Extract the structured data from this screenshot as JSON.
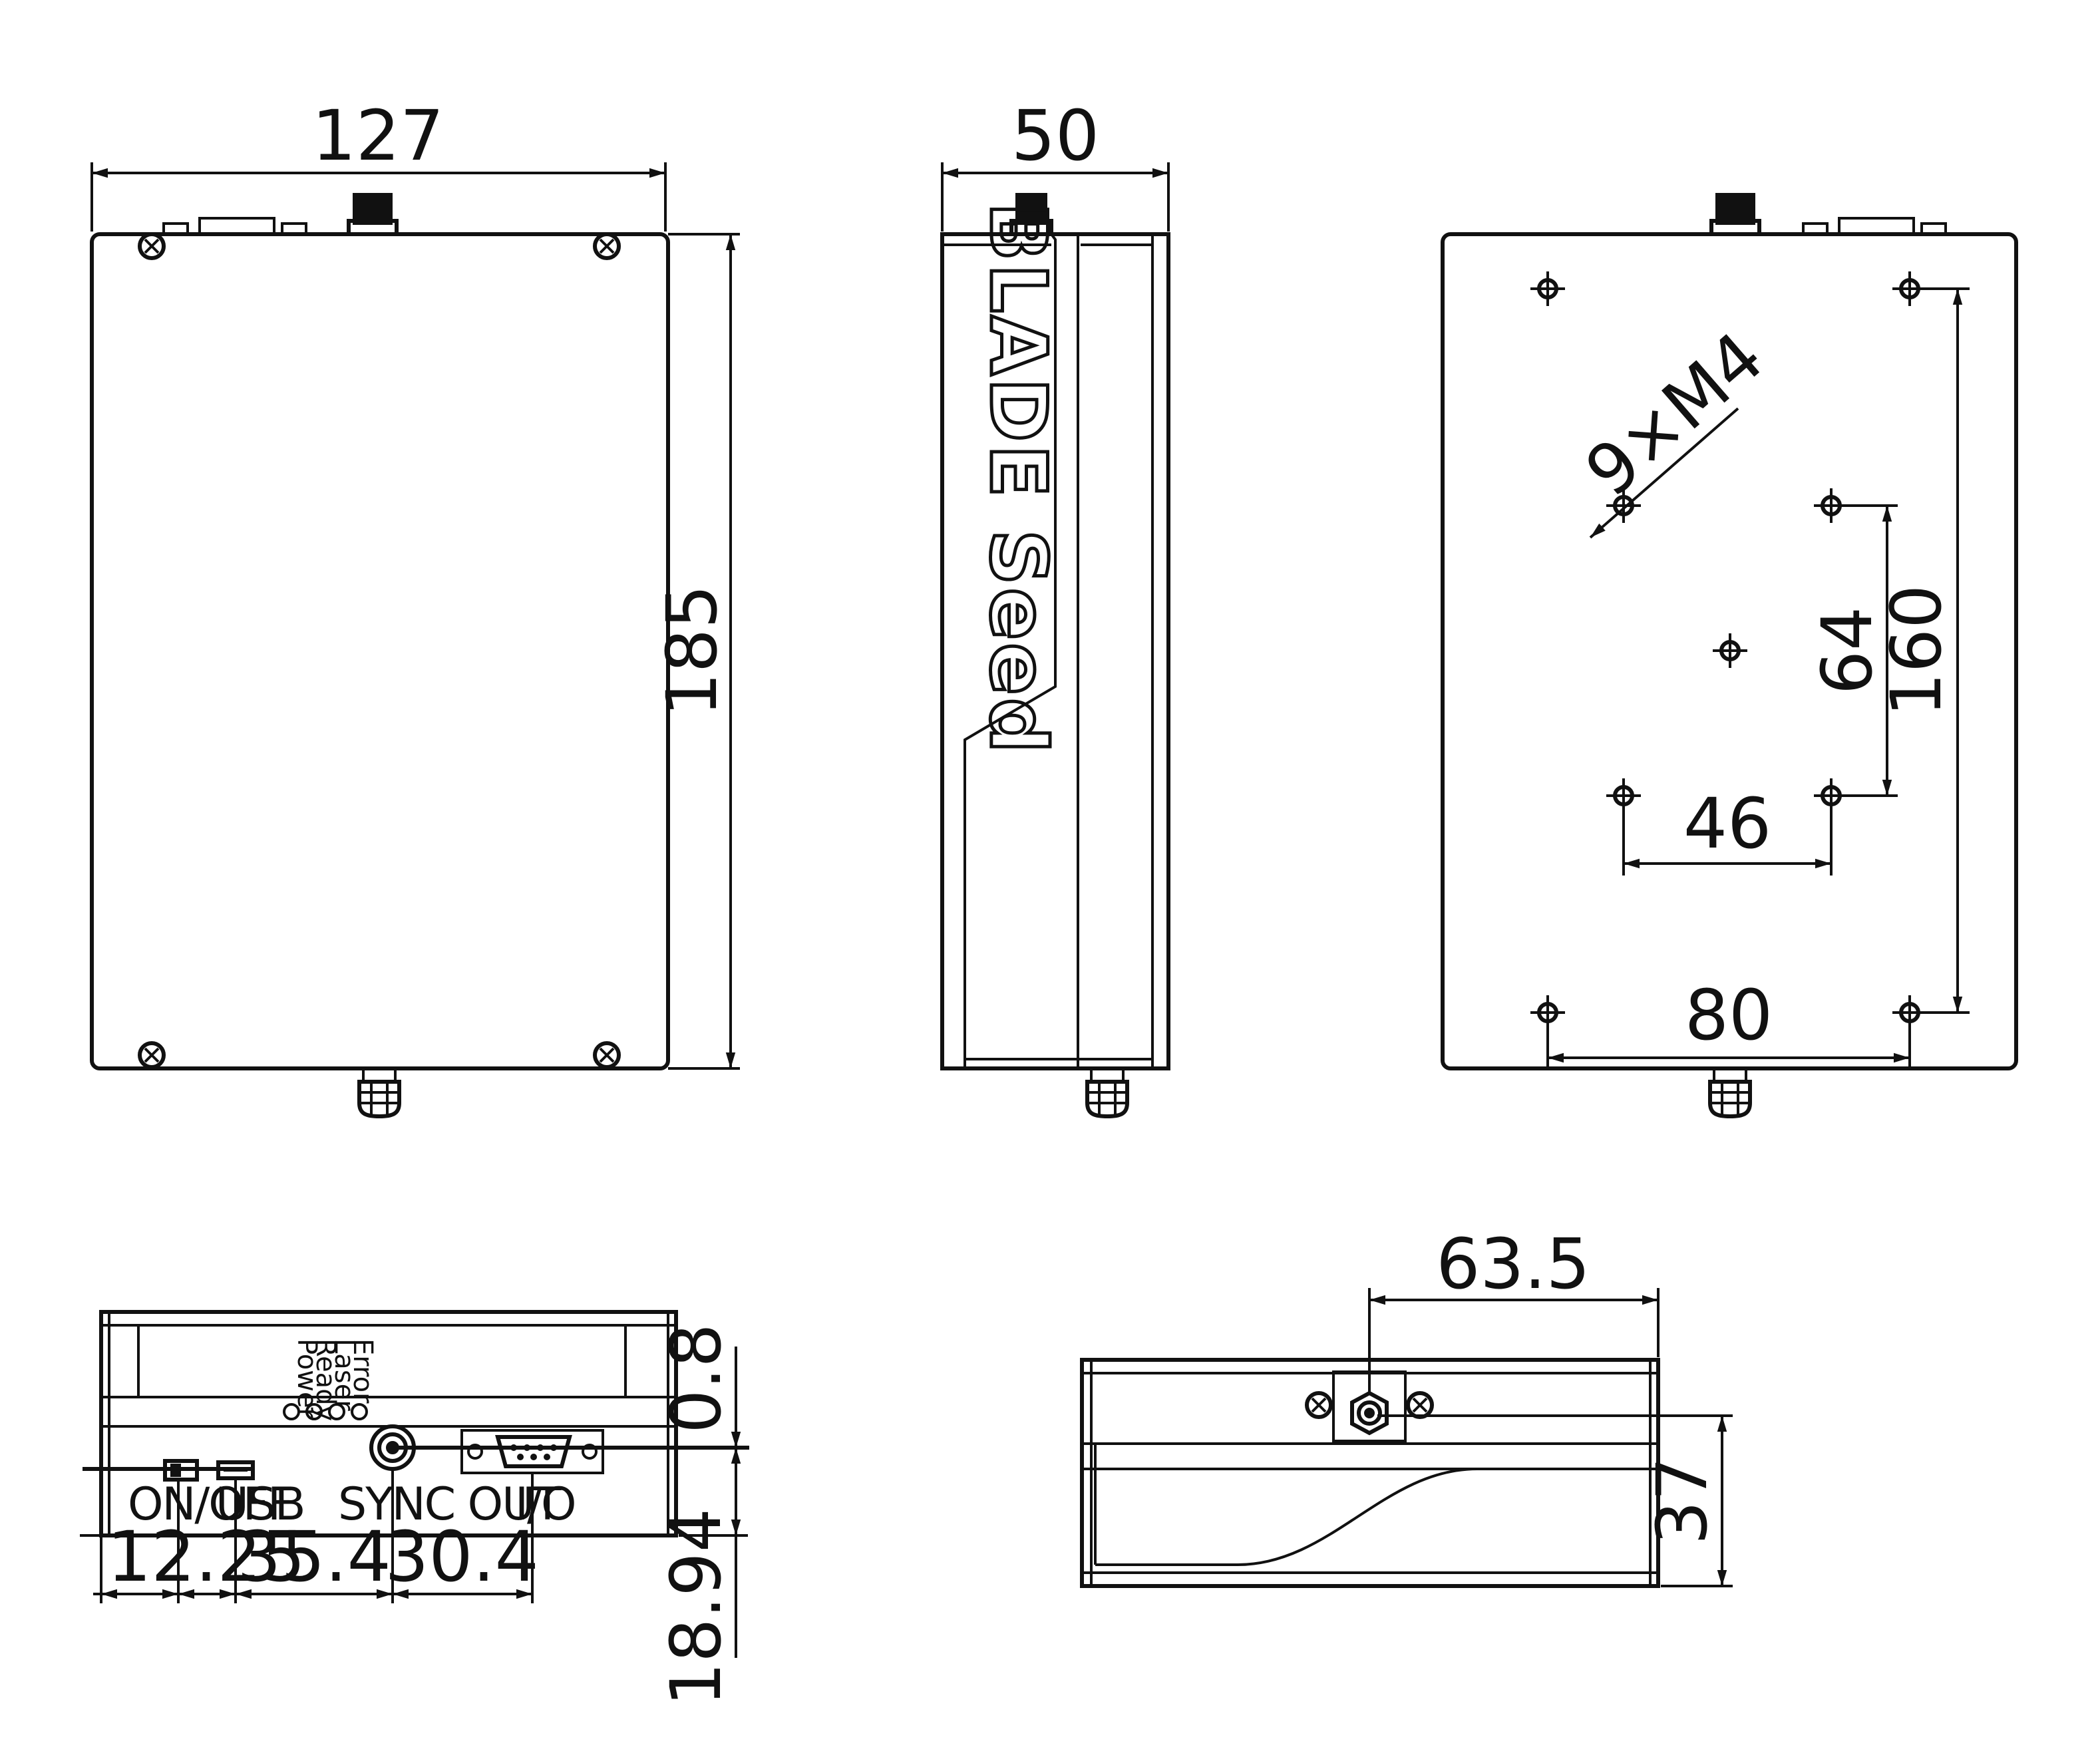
{
  "views": {
    "front": {
      "width": "127",
      "height": "185"
    },
    "side": {
      "depth": "50",
      "brand": "BLADE Seed"
    },
    "back": {
      "holes": "9×M4",
      "pitch_vertical_inner": "64",
      "pitch_vertical_outer": "160",
      "pitch_horizontal_inner": "46",
      "pitch_horizontal_outer": "80"
    },
    "bottom_left": {
      "leds": [
        "Power",
        "Ready",
        "Laser",
        "Error"
      ],
      "ports": [
        "ON/OFF",
        "USB",
        "SYNC OUT",
        "I/O"
      ],
      "dim_top": "0.8",
      "dim_bottom": "18.94",
      "horizontal": [
        "12.25",
        "35.4",
        "30.4"
      ]
    },
    "bottom_right": {
      "width": "63.5",
      "height": "37"
    }
  },
  "colors": {
    "line": "#111111",
    "background": "#ffffff"
  }
}
